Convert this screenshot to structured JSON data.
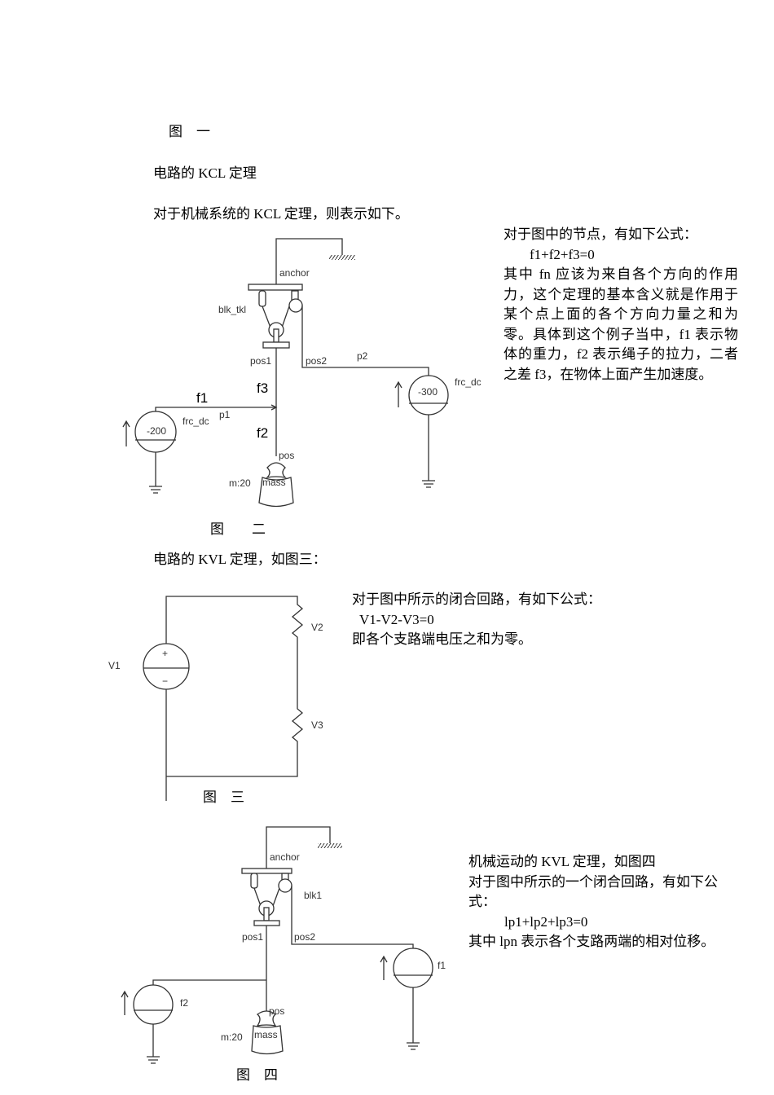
{
  "captions": {
    "fig1": "图　一",
    "fig2": "图　　二",
    "fig3": "图　三",
    "fig4": "图　四"
  },
  "headings": {
    "kcl_circuit": "电路的 KCL 定理",
    "kcl_mech": "对于机械系统的 KCL 定理，则表示如下。",
    "kvl_circuit": "电路的 KVL 定理，如图三："
  },
  "kcl_text": {
    "intro": "对于图中的节点，有如下公式：",
    "formula": "f1+f2+f3=0",
    "body": "其中 fn 应该为来自各个方向的作用力，这个定理的基本含义就是作用于某个点上面的各个方向力量之和为零。具体到这个例子当中，f1 表示物体的重力，f2 表示绳子的拉力，二者之差 f3，在物体上面产生加速度。"
  },
  "kvl_text": {
    "intro": "对于图中所示的闭合回路，有如下公式：",
    "formula": "V1-V2-V3=0",
    "body": "即各个支路端电压之和为零。"
  },
  "mech_kvl_text": {
    "title": "机械运动的 KVL 定理，如图四",
    "intro": "对于图中所示的一个闭合回路，有如下公式：",
    "formula": "lp1+lp2+lp3=0",
    "body": "其中 lpn 表示各个支路两端的相对位移。"
  },
  "fig2": {
    "anchor": "anchor",
    "blk": "blk_tkl",
    "pos1": "pos1",
    "pos2": "pos2",
    "p2": "p2",
    "p1": "p1",
    "f1": "f1",
    "f2": "f2",
    "f3": "f3",
    "src_left": "-200",
    "src_right": "-300",
    "src_left_label": "frc_dc",
    "src_right_label": "frc_dc",
    "pos": "pos",
    "mass": "mass",
    "m": "m:20"
  },
  "fig3": {
    "v1": "V1",
    "v2": "V2",
    "v3": "V3",
    "plus": "+",
    "minus": "−"
  },
  "fig4": {
    "anchor": "anchor",
    "blk": "blk1",
    "pos1": "pos1",
    "pos2": "pos2",
    "f1": "f1",
    "f2": "f2",
    "pos": "pos",
    "mass": "mass",
    "m": "m:20"
  }
}
